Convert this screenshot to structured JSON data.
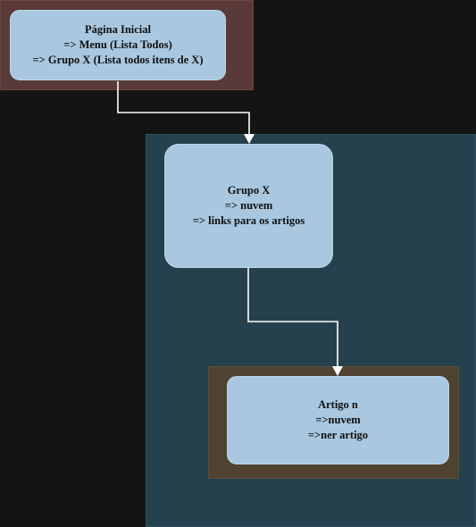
{
  "nodes": {
    "home": {
      "lines": [
        "Página Inicial",
        "=> Menu (Lista Todos)",
        "=> Grupo X (Lista todos itens de X)"
      ]
    },
    "group": {
      "lines": [
        "Grupo X",
        "=> nuvem",
        "=> links para os artigos"
      ]
    },
    "article": {
      "lines": [
        "Artigo n",
        "=>nuvem",
        "=>ner artigo"
      ]
    }
  },
  "colors": {
    "background": "#141414",
    "home_container": "#5a3a38",
    "group_container": "#25414d",
    "article_container": "#4f4230",
    "node_fill": "#a9c8e0",
    "edge": "#ffffff"
  }
}
